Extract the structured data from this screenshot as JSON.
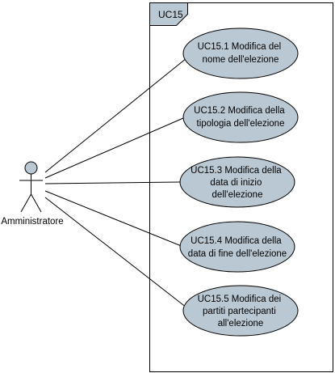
{
  "diagram": {
    "frame": {
      "label": "UC15"
    },
    "actor": {
      "label": "Amministratore"
    },
    "use_cases": [
      {
        "lines": [
          "UC15.1 Modifica del",
          "nome dell'elezione"
        ]
      },
      {
        "lines": [
          "UC15.2 Modifica della",
          "tipologia dell'elezione"
        ]
      },
      {
        "lines": [
          "UC15.3 Modifica della",
          "data di inizio",
          "dell'elezione"
        ]
      },
      {
        "lines": [
          "UC15.4 Modifica della",
          "data di fine dell'elezione"
        ]
      },
      {
        "lines": [
          "UC15.5 Modifica dei",
          "partiti partecipanti",
          "all'elezione"
        ]
      }
    ],
    "colors": {
      "frame_fill": "#ffffff",
      "frame_tab_fill": "#bac8d3",
      "use_case_fill": "#bac8d3",
      "actor_fill": "#bac8d3",
      "stroke": "#000000",
      "text": "#000000"
    }
  }
}
